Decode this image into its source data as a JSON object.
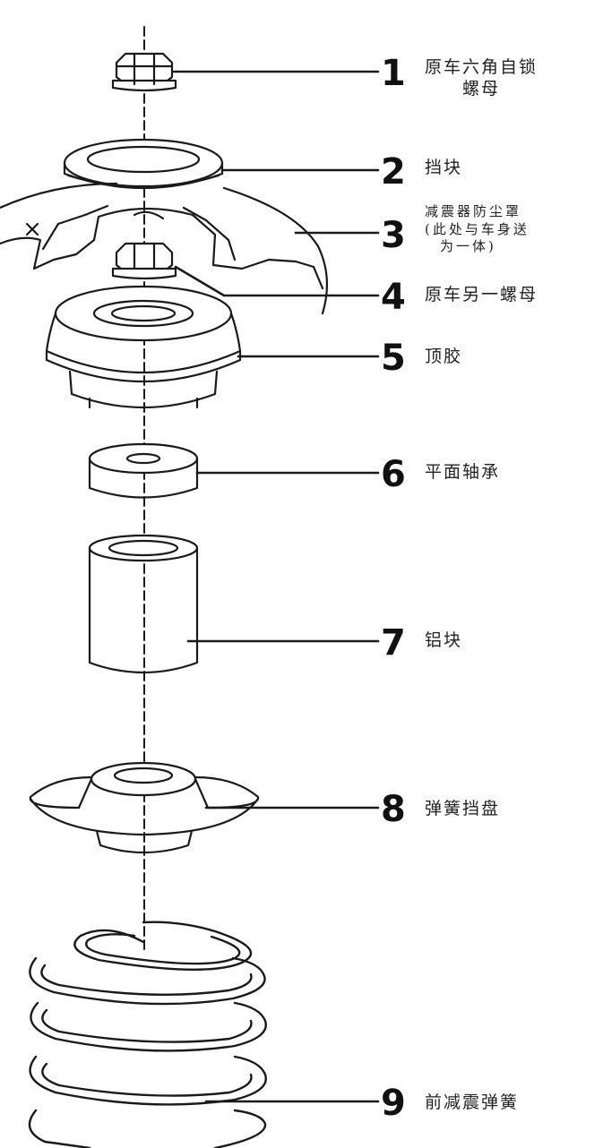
{
  "callouts": [
    {
      "number": "1",
      "label": "原车六角自锁",
      "label2": "螺母"
    },
    {
      "number": "2",
      "label": "挡块"
    },
    {
      "number": "3",
      "label": "减震器防尘罩",
      "label2": "(此处与车身送",
      "label3": "为一体)"
    },
    {
      "number": "4",
      "label": "原车另一螺母"
    },
    {
      "number": "5",
      "label": "顶胶"
    },
    {
      "number": "6",
      "label": "平面轴承"
    },
    {
      "number": "7",
      "label": "铝块"
    },
    {
      "number": "8",
      "label": "弹簧挡盘"
    },
    {
      "number": "9",
      "label": "前减震弹簧"
    }
  ],
  "colors": {
    "line": "#1a1a1a",
    "paper": "#ffffff",
    "shade": "#e8e8e8"
  }
}
